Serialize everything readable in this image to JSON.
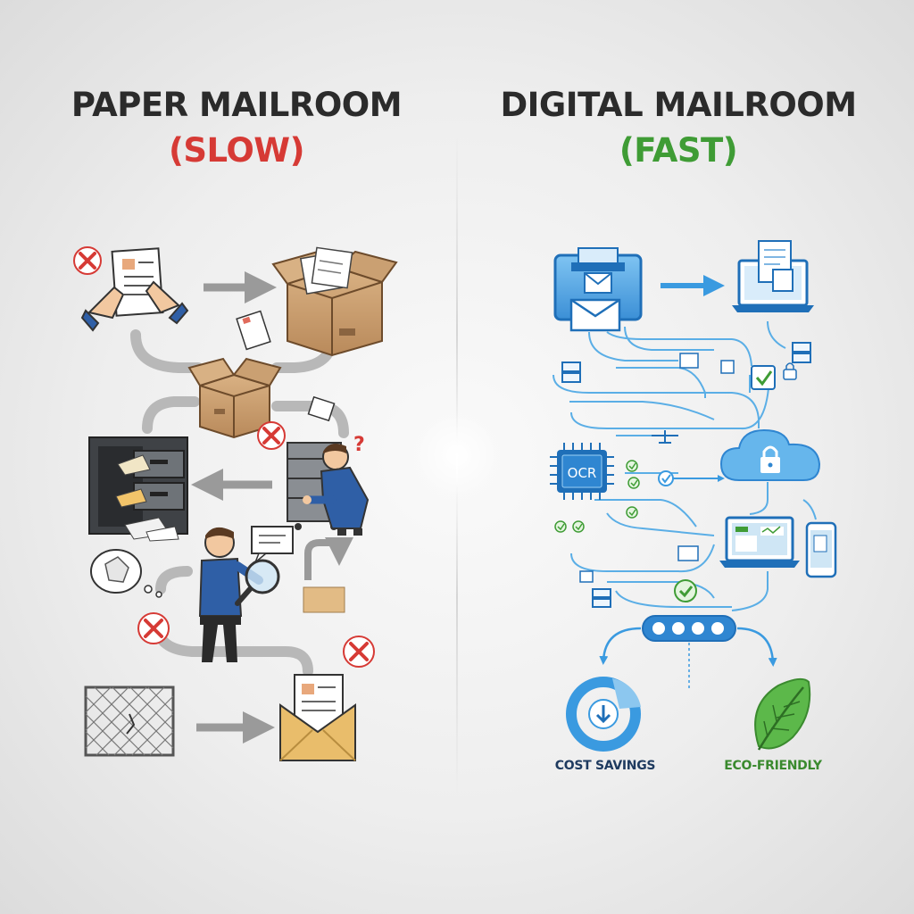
{
  "left": {
    "heading": "PAPER MAILROOM",
    "subheading": "(SLOW)",
    "colors": {
      "accent": "#d63a35",
      "box": "#c79a6a",
      "arrow": "#9a9a9a"
    },
    "icons": [
      "hands-holding-document-icon",
      "cardboard-box-icon",
      "file-cabinet-icon",
      "confused-worker-icon",
      "magnifying-glass-worker-icon",
      "chain-link-fence-icon",
      "envelope-with-letter-icon",
      "red-x-icon"
    ]
  },
  "right": {
    "heading": "DIGITAL MAILROOM",
    "subheading": "(FAST)",
    "ocr_label": "OCR",
    "cost_caption": "COST SAVINGS",
    "eco_caption": "ECO-FRIENDLY",
    "colors": {
      "accent": "#3f9c35",
      "line": "#5aaee6",
      "device": "#1f6fb8"
    },
    "icons": [
      "scanner-icon",
      "laptop-icon",
      "ocr-chip-icon",
      "cloud-lock-icon",
      "mobile-icon",
      "conveyor-icon",
      "cost-savings-icon",
      "leaf-icon",
      "checkmark-icon"
    ]
  }
}
